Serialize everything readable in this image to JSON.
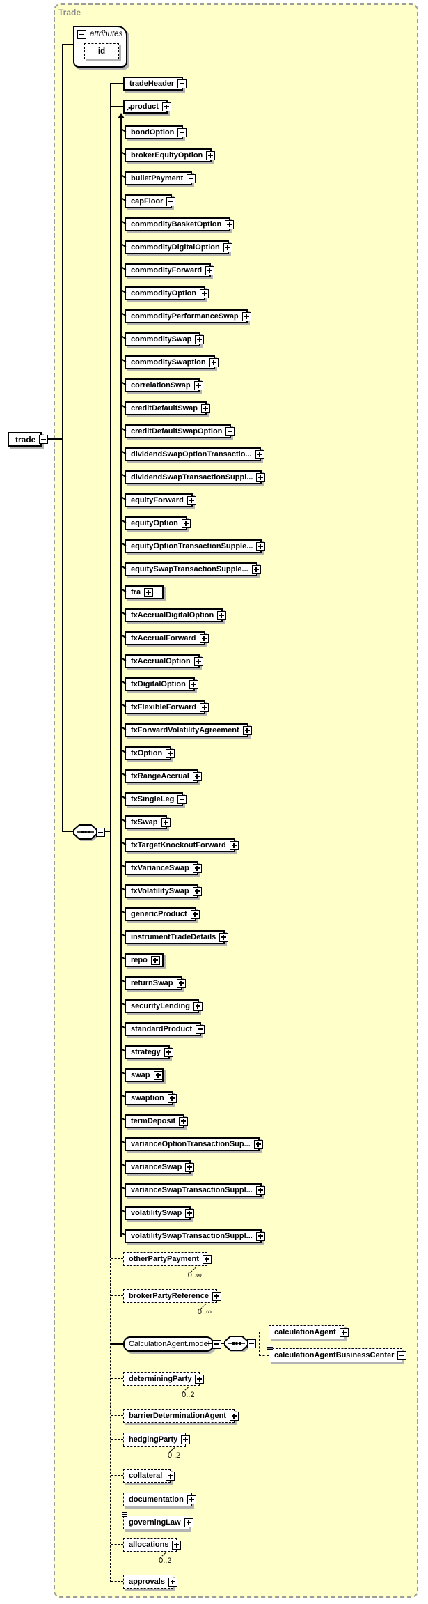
{
  "panel": {
    "title": "Trade"
  },
  "root_element": {
    "label": "trade"
  },
  "attributes_box": {
    "title": "attributes",
    "attributes": [
      {
        "label": "id"
      }
    ]
  },
  "sequence_children": {
    "required": [
      {
        "label": "tradeHeader"
      },
      {
        "label": "product",
        "substitution_head": true
      }
    ]
  },
  "product_members": [
    "bondOption",
    "brokerEquityOption",
    "bulletPayment",
    "capFloor",
    "commodityBasketOption",
    "commodityDigitalOption",
    "commodityForward",
    "commodityOption",
    "commodityPerformanceSwap",
    "commoditySwap",
    "commoditySwaption",
    "correlationSwap",
    "creditDefaultSwap",
    "creditDefaultSwapOption",
    "dividendSwapOptionTransactio...",
    "dividendSwapTransactionSuppl...",
    "equityForward",
    "equityOption",
    "equityOptionTransactionSupple...",
    "equitySwapTransactionSupple...",
    "fra",
    "fxAccrualDigitalOption",
    "fxAccrualForward",
    "fxAccrualOption",
    "fxDigitalOption",
    "fxFlexibleForward",
    "fxForwardVolatilityAgreement",
    "fxOption",
    "fxRangeAccrual",
    "fxSingleLeg",
    "fxSwap",
    "fxTargetKnockoutForward",
    "fxVarianceSwap",
    "fxVolatilitySwap",
    "genericProduct",
    "instrumentTradeDetails",
    "repo",
    "returnSwap",
    "securityLending",
    "standardProduct",
    "strategy",
    "swap",
    "swaption",
    "termDeposit",
    "varianceOptionTransactionSup...",
    "varianceSwap",
    "varianceSwapTransactionSuppl...",
    "volatilitySwap",
    "volatilitySwapTransactionSuppl..."
  ],
  "optional_children": [
    {
      "label": "otherPartyPayment",
      "cardinality": "0..∞",
      "stacked": true
    },
    {
      "label": "brokerPartyReference",
      "cardinality": "0..∞",
      "stacked": true
    },
    {
      "label": "determiningParty",
      "cardinality": "0..2",
      "stacked": true
    },
    {
      "label": "barrierDeterminationAgent"
    },
    {
      "label": "hedgingParty",
      "cardinality": "0..2",
      "stacked": true
    },
    {
      "label": "collateral"
    },
    {
      "label": "documentation"
    },
    {
      "label": "governingLaw",
      "attr_marker": true
    },
    {
      "label": "allocations",
      "cardinality": "0..2",
      "stacked": true
    },
    {
      "label": "approvals"
    }
  ],
  "model_group": {
    "label": "CalculationAgent.model",
    "children": [
      {
        "label": "calculationAgent"
      },
      {
        "label": "calculationAgentBusinessCenter",
        "attr_marker": true
      }
    ]
  },
  "icons": {
    "expand": "plus-box",
    "collapse": "minus-box",
    "sequence": "sequence-octagon",
    "substitution_head": "northeast-arrow",
    "substitution_group": "up-triangle",
    "attributes_present": "triple-bar"
  },
  "colors": {
    "panel_background": "#ffffc9",
    "panel_border": "#9c9c9c",
    "panel_title": "#8c8c8c",
    "box_border": "#000000",
    "box_background": "#ffffff",
    "shadow": "#b4b4b4"
  }
}
